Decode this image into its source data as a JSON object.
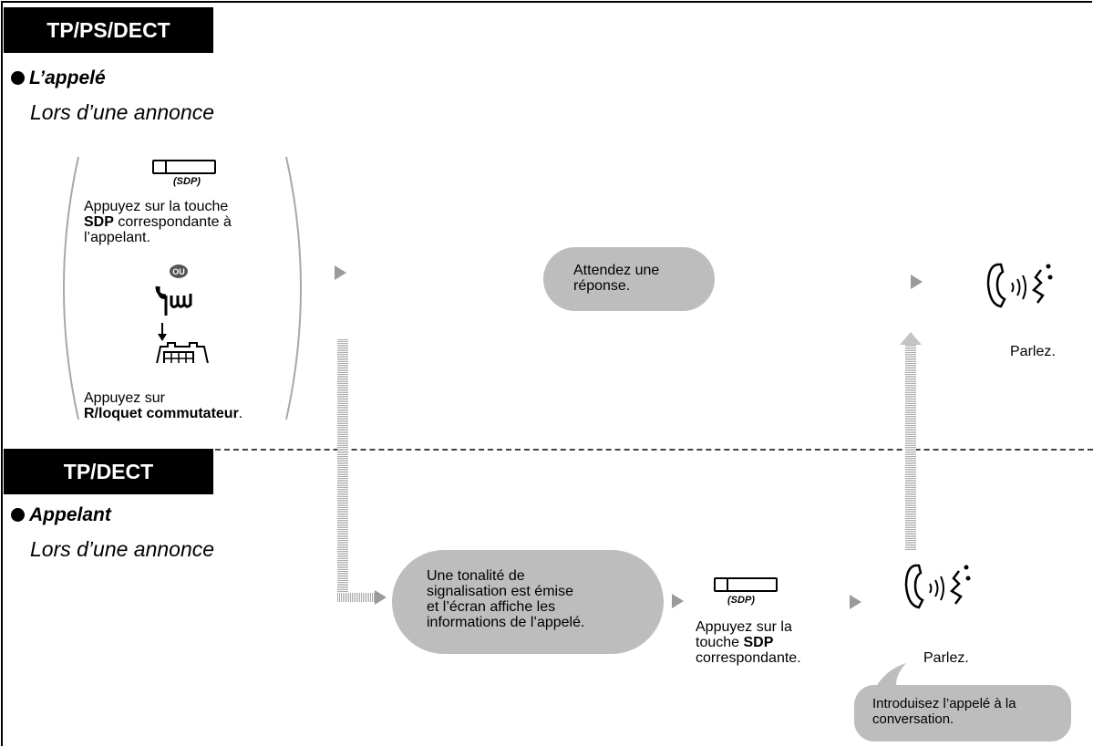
{
  "section_top": {
    "tab_label": "TP/PS/DECT",
    "bullet_label": "L’appelé",
    "subtitle": "Lors d’une annonce",
    "step1": {
      "key_caption": "(SDP)",
      "text_line1": "Appuyez sur la touche",
      "text_bold": "SDP",
      "text_line2_rest": " correspondante à",
      "text_line3": "l’appelant.",
      "or_badge": "OU",
      "text2_line1": "Appuyez sur",
      "text2_bold": "R/loquet  commutateur",
      "text2_end": "."
    },
    "wait_bubble": [
      "Attendez une",
      "réponse."
    ],
    "talk_label": "Parlez."
  },
  "section_bottom": {
    "tab_label": "TP/DECT",
    "bullet_label": "Appelant",
    "subtitle": "Lors d’une annonce",
    "tone_bubble": [
      "Une tonalité de",
      "signalisation est émise",
      "et l’écran affiche les",
      "informations de l’appelé."
    ],
    "step_key_caption": "(SDP)",
    "step_text_line1": "Appuyez sur la",
    "step_text_line2_pre": "touche ",
    "step_text_bold": "SDP",
    "step_text_line3": "correspondante.",
    "talk_label": "Parlez.",
    "intro_bubble": [
      "Introduisez l’appelé à la",
      "conversation."
    ]
  },
  "colors": {
    "tab_bg": "#000000",
    "bubble": "#bdbdbd",
    "arrow": "#9b9b9b"
  },
  "icons": [
    "handset-talk-icon",
    "finger-press-icon",
    "hookswitch-icon",
    "sdp-key-icon"
  ]
}
